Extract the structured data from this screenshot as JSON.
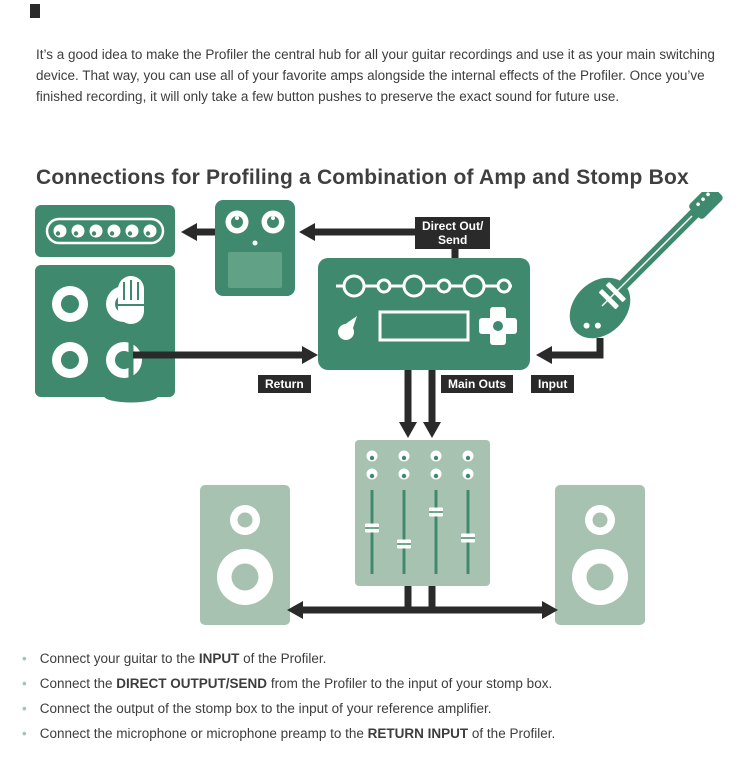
{
  "page": {
    "intro": "It’s a good idea to make the Profiler the central hub for all your guitar recordings and use it as your main switching device. That way, you can use all of your favorite amps alongside the internal effects of the Profiler. Once you’ve finished recording, it will only take a few button pushes to preserve the exact sound for future use.",
    "heading": "Connections for Profiling a Combination of Amp and Stomp Box"
  },
  "ui": {
    "bullet_glyph": "•"
  },
  "colors": {
    "brand_green": "#3f8a6e",
    "light_green": "#a8c2b2",
    "dark_label": "#2a2a2a",
    "arrow": "#2a2a2a",
    "body_text": "#3d3d3d",
    "footswitch_green": "#61a186"
  },
  "diagram": {
    "labels": {
      "direct_out_line1": "Direct Out/",
      "direct_out_line2": "Send",
      "return_label": "Return",
      "main_outs": "Main Outs",
      "input": "Input"
    },
    "components": [
      "amp-head",
      "stomp-box",
      "speaker-cabinet",
      "microphone",
      "profiler",
      "guitar",
      "mixer",
      "left-speaker",
      "right-speaker"
    ]
  },
  "instructions": [
    {
      "pre": "Connect your guitar to the ",
      "bold": "INPUT",
      "post": " of the Profiler."
    },
    {
      "pre": "Connect the ",
      "bold": "DIRECT OUTPUT/SEND",
      "post": " from the Profiler to the input of your stomp box."
    },
    {
      "pre": "Connect the output of the stomp box to the input of your reference amplifier.",
      "bold": "",
      "post": ""
    },
    {
      "pre": "Connect the microphone or microphone preamp to the ",
      "bold": "RETURN INPUT",
      "post": " of the Profiler."
    }
  ]
}
